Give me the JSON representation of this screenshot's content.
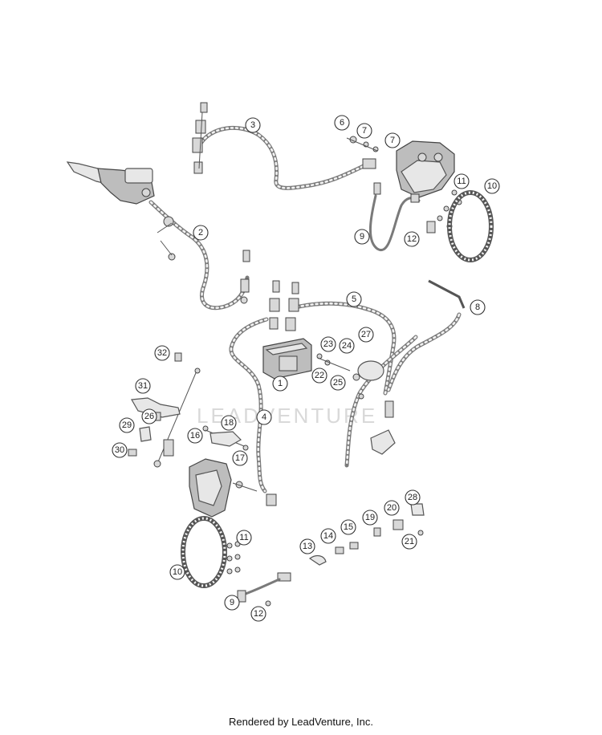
{
  "watermark": "LEADVENTURE",
  "footer": "Rendered by LeadVenture, Inc.",
  "callouts": [
    {
      "label": "1"
    },
    {
      "label": "2"
    },
    {
      "label": "3"
    },
    {
      "label": "4"
    },
    {
      "label": "5"
    },
    {
      "label": "6"
    },
    {
      "label": "7"
    },
    {
      "label": "7"
    },
    {
      "label": "8"
    },
    {
      "label": "9"
    },
    {
      "label": "9"
    },
    {
      "label": "10"
    },
    {
      "label": "10"
    },
    {
      "label": "11"
    },
    {
      "label": "11"
    },
    {
      "label": "12"
    },
    {
      "label": "12"
    },
    {
      "label": "13"
    },
    {
      "label": "14"
    },
    {
      "label": "15"
    },
    {
      "label": "16"
    },
    {
      "label": "17"
    },
    {
      "label": "18"
    },
    {
      "label": "19"
    },
    {
      "label": "20"
    },
    {
      "label": "21"
    },
    {
      "label": "22"
    },
    {
      "label": "23"
    },
    {
      "label": "24"
    },
    {
      "label": "25"
    },
    {
      "label": "26"
    },
    {
      "label": "27"
    },
    {
      "label": "28"
    },
    {
      "label": "29"
    },
    {
      "label": "30"
    },
    {
      "label": "31"
    },
    {
      "label": "32"
    }
  ]
}
